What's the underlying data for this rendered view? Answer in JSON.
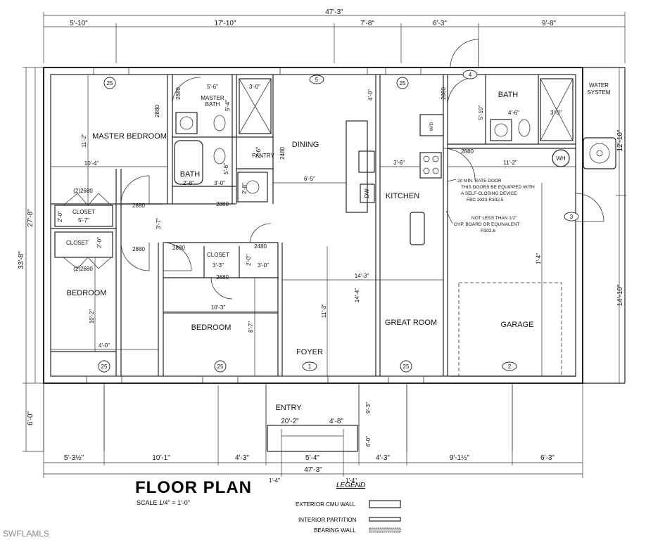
{
  "overall": {
    "top": "47'-3\"",
    "bottom": "47'-3\"",
    "left_total": "33'-8\"",
    "left_main": "27'-8\"",
    "left_porch": "6'-0\""
  },
  "top_dims": [
    "5'-10\"",
    "17'-10\"",
    "7'-8\"",
    "6'-3\"",
    "9'-8\""
  ],
  "bottom_dims": [
    "5'-3½\"",
    "10'-1\"",
    "4'-3\"",
    "5'-4\"",
    "4'-3\"",
    "9'-1½\"",
    "6'-3\""
  ],
  "bottom_small": [
    "1'-4\"",
    "1'-4\""
  ],
  "right_dims": [
    "12'-10\"",
    "14'-10\""
  ],
  "rooms": {
    "master_bedroom": "MASTER BEDROOM",
    "master_bath": "MASTER\nBATH",
    "bath1": "BATH",
    "pantry": "PANTRY",
    "dining": "DINING",
    "kitchen": "KITCHEN",
    "bath2": "BATH",
    "water": "WATER",
    "system": "SYSTEM",
    "closet": "CLOSET",
    "bedroom": "BEDROOM",
    "great_room": "GREAT ROOM",
    "garage": "GARAGE",
    "foyer": "FOYER",
    "entry": "ENTRY",
    "master": "MASTER",
    "bath_word": "BATH"
  },
  "interior_dims": [
    "11'-2\"",
    "10'-4\"",
    "5'-6\"",
    "3'-0\"",
    "2880",
    "5'-4\"",
    "2'-6\"",
    "2480",
    "6'-5\"",
    "4'-0\"",
    "5'-10\"",
    "4'-6\"",
    "3'-0\"",
    "2880",
    "11'-2\"",
    "3'-6\"",
    "2'-8\"",
    "3'-0\"",
    "2'-8\"",
    "2880",
    "5'-6\"",
    "5'-7\"",
    "2'-0\"",
    "(2)2680",
    "(2)2680",
    "2880",
    "3'-7\"",
    "2880",
    "2880",
    "2'-0\"",
    "3'-3\"",
    "2'-0\"",
    "3'-0\"",
    "2680",
    "2480",
    "10'-3\"",
    "14'-3\"",
    "14'-4\"",
    "11'-3\"",
    "8'-7\"",
    "10'-2\"",
    "9'-3\"",
    "20'-2\"",
    "4'-8\"",
    "4'-0\"",
    "4'-0\"",
    "1'-4\"",
    "2880",
    "2880"
  ],
  "fixtures": {
    "dw": "DW",
    "wh": "WH",
    "wd": "W/D"
  },
  "window_tag": "25",
  "markers": [
    "1",
    "2",
    "3",
    "4",
    "5"
  ],
  "garage_note": [
    "20 MIN. RATE DOOR",
    "THIS DOORS BE EQUIPPED WITH",
    "A SELF-CLOSING DEVICE",
    "FBC 2023-R302.5"
  ],
  "gyp_note": [
    "NOT LESS THAN 1/2\"",
    "GYP. BOARD OR EQUIVALENT",
    "R302.6"
  ],
  "title": "FLOOR  PLAN",
  "scale": "SCALE 1/4\" = 1'-0\"",
  "legend": {
    "title": "LEGEND",
    "items": [
      "EXTERIOR CMU WALL",
      "INTERIOR PARTITION",
      "BEARING WALL"
    ]
  },
  "watermark": "SWFLAMLS"
}
